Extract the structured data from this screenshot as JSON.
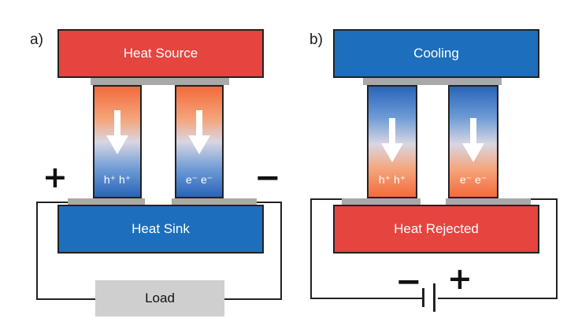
{
  "panel_a": {
    "label": "a)",
    "top_block": "Heat Source",
    "bottom_block": "Heat Sink",
    "left_carriers": "h⁺ h⁺",
    "right_carriers": "e⁻ e⁻",
    "plus_sign": "+",
    "minus_sign": "−",
    "load": "Load"
  },
  "panel_b": {
    "label": "b)",
    "top_block": "Cooling",
    "bottom_block": "Heat Rejected",
    "left_carriers": "h⁺ h⁺",
    "right_carriers": "e⁻ e⁻",
    "minus_sign": "−",
    "plus_sign": "+"
  },
  "colors": {
    "hot": "#e5443f",
    "cold": "#1d6fbd",
    "contact": "#a9a9a9"
  }
}
